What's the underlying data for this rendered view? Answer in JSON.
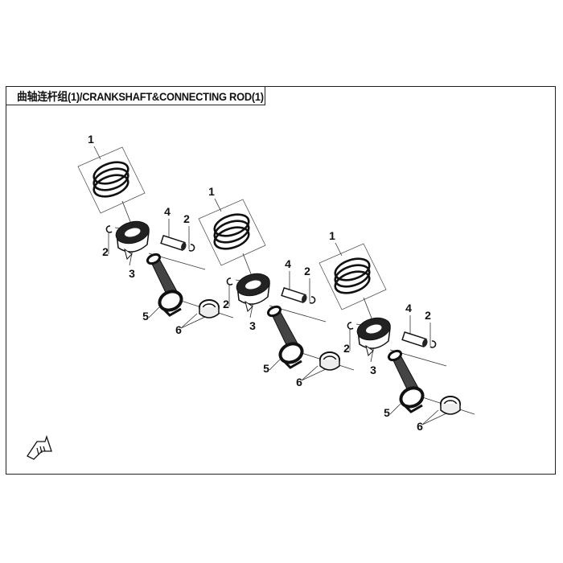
{
  "title": "曲轴连杆组(1)/CRANKSHAFT&CONNECTING ROD(1)",
  "groups": [
    {
      "callouts": [
        "1",
        "2",
        "4",
        "2",
        "3",
        "5",
        "6"
      ]
    },
    {
      "callouts": [
        "1",
        "2",
        "4",
        "2",
        "3",
        "5",
        "6"
      ]
    },
    {
      "callouts": [
        "1",
        "2",
        "4",
        "2",
        "3",
        "5",
        "6"
      ]
    }
  ],
  "icons": {
    "front_direction": "front-arrow-icon"
  }
}
